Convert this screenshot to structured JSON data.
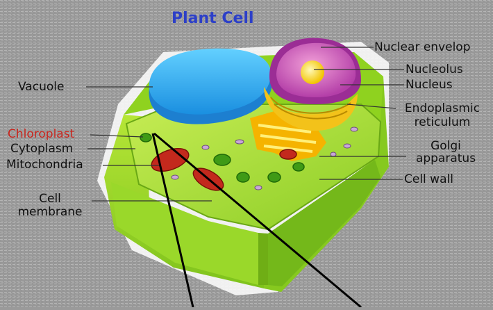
{
  "title": "Plant Cell",
  "labels": {
    "nuclear_envelope": "Nuclear envelop",
    "nucleolus": "Nucleolus",
    "nucleus": "Nucleus",
    "er_line1": "Endoplasmic",
    "er_line2": "reticulum",
    "golgi_line1": "Golgi",
    "golgi_line2": "apparatus",
    "cell_wall": "Cell wall",
    "vacuole": "Vacuole",
    "chloroplast": "Chloroplast",
    "cytoplasm": "Cytoplasm",
    "mitochondria": "Mitochondria",
    "membrane_line1": "Cell",
    "membrane_line2": "membrane"
  },
  "colors": {
    "title": "#2c3fc8",
    "chloroplast_label": "#c8261e",
    "label": "#111111",
    "background": "#9a9a9a"
  }
}
